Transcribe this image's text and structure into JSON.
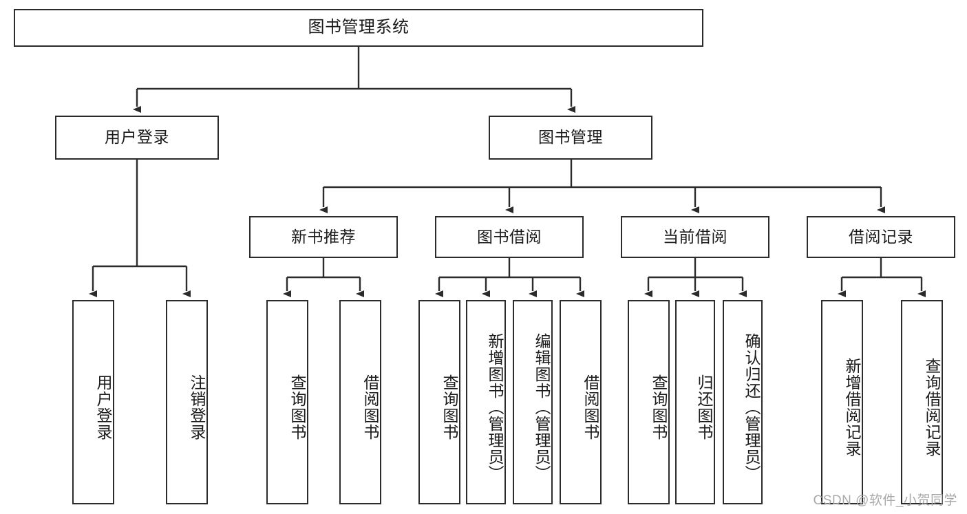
{
  "diagram": {
    "type": "tree-org-chart",
    "title": "图书管理系统",
    "line_color": "#2b2b2b",
    "box_fill": "#ffffff",
    "text_color": "#1a1a1a",
    "watermark": "CSDN @软件_小贺同学"
  },
  "nodes": {
    "root": {
      "label": "图书管理系统"
    },
    "level1": [
      {
        "id": "user-login",
        "label": "用户登录"
      },
      {
        "id": "book-manage",
        "label": "图书管理"
      }
    ],
    "level2": [
      {
        "id": "new-book-recommend",
        "label": "新书推荐"
      },
      {
        "id": "book-borrow",
        "label": "图书借阅"
      },
      {
        "id": "current-borrow",
        "label": "当前借阅"
      },
      {
        "id": "borrow-record",
        "label": "借阅记录"
      }
    ],
    "leaves": {
      "user_login": [
        {
          "id": "leaf-user-login",
          "label": "用户登录"
        },
        {
          "id": "leaf-logout-login",
          "label": "注销登录"
        }
      ],
      "new_book_recommend": [
        {
          "id": "leaf-query-book-1",
          "label": "查询图书"
        },
        {
          "id": "leaf-borrow-book-1",
          "label": "借阅图书"
        }
      ],
      "book_borrow": [
        {
          "id": "leaf-query-book-2",
          "label": "查询图书"
        },
        {
          "id": "leaf-add-book",
          "label": "新增图书（管理员）"
        },
        {
          "id": "leaf-edit-book",
          "label": "编辑图书（管理员）"
        },
        {
          "id": "leaf-borrow-book-2",
          "label": "借阅图书"
        }
      ],
      "current_borrow": [
        {
          "id": "leaf-query-book-3",
          "label": "查询图书"
        },
        {
          "id": "leaf-return-book",
          "label": "归还图书"
        },
        {
          "id": "leaf-confirm-return",
          "label": "确认归还（管理员）"
        }
      ],
      "borrow_record": [
        {
          "id": "leaf-add-record",
          "label": "新增借阅记录"
        },
        {
          "id": "leaf-query-record",
          "label": "查询借阅记录"
        }
      ]
    }
  }
}
